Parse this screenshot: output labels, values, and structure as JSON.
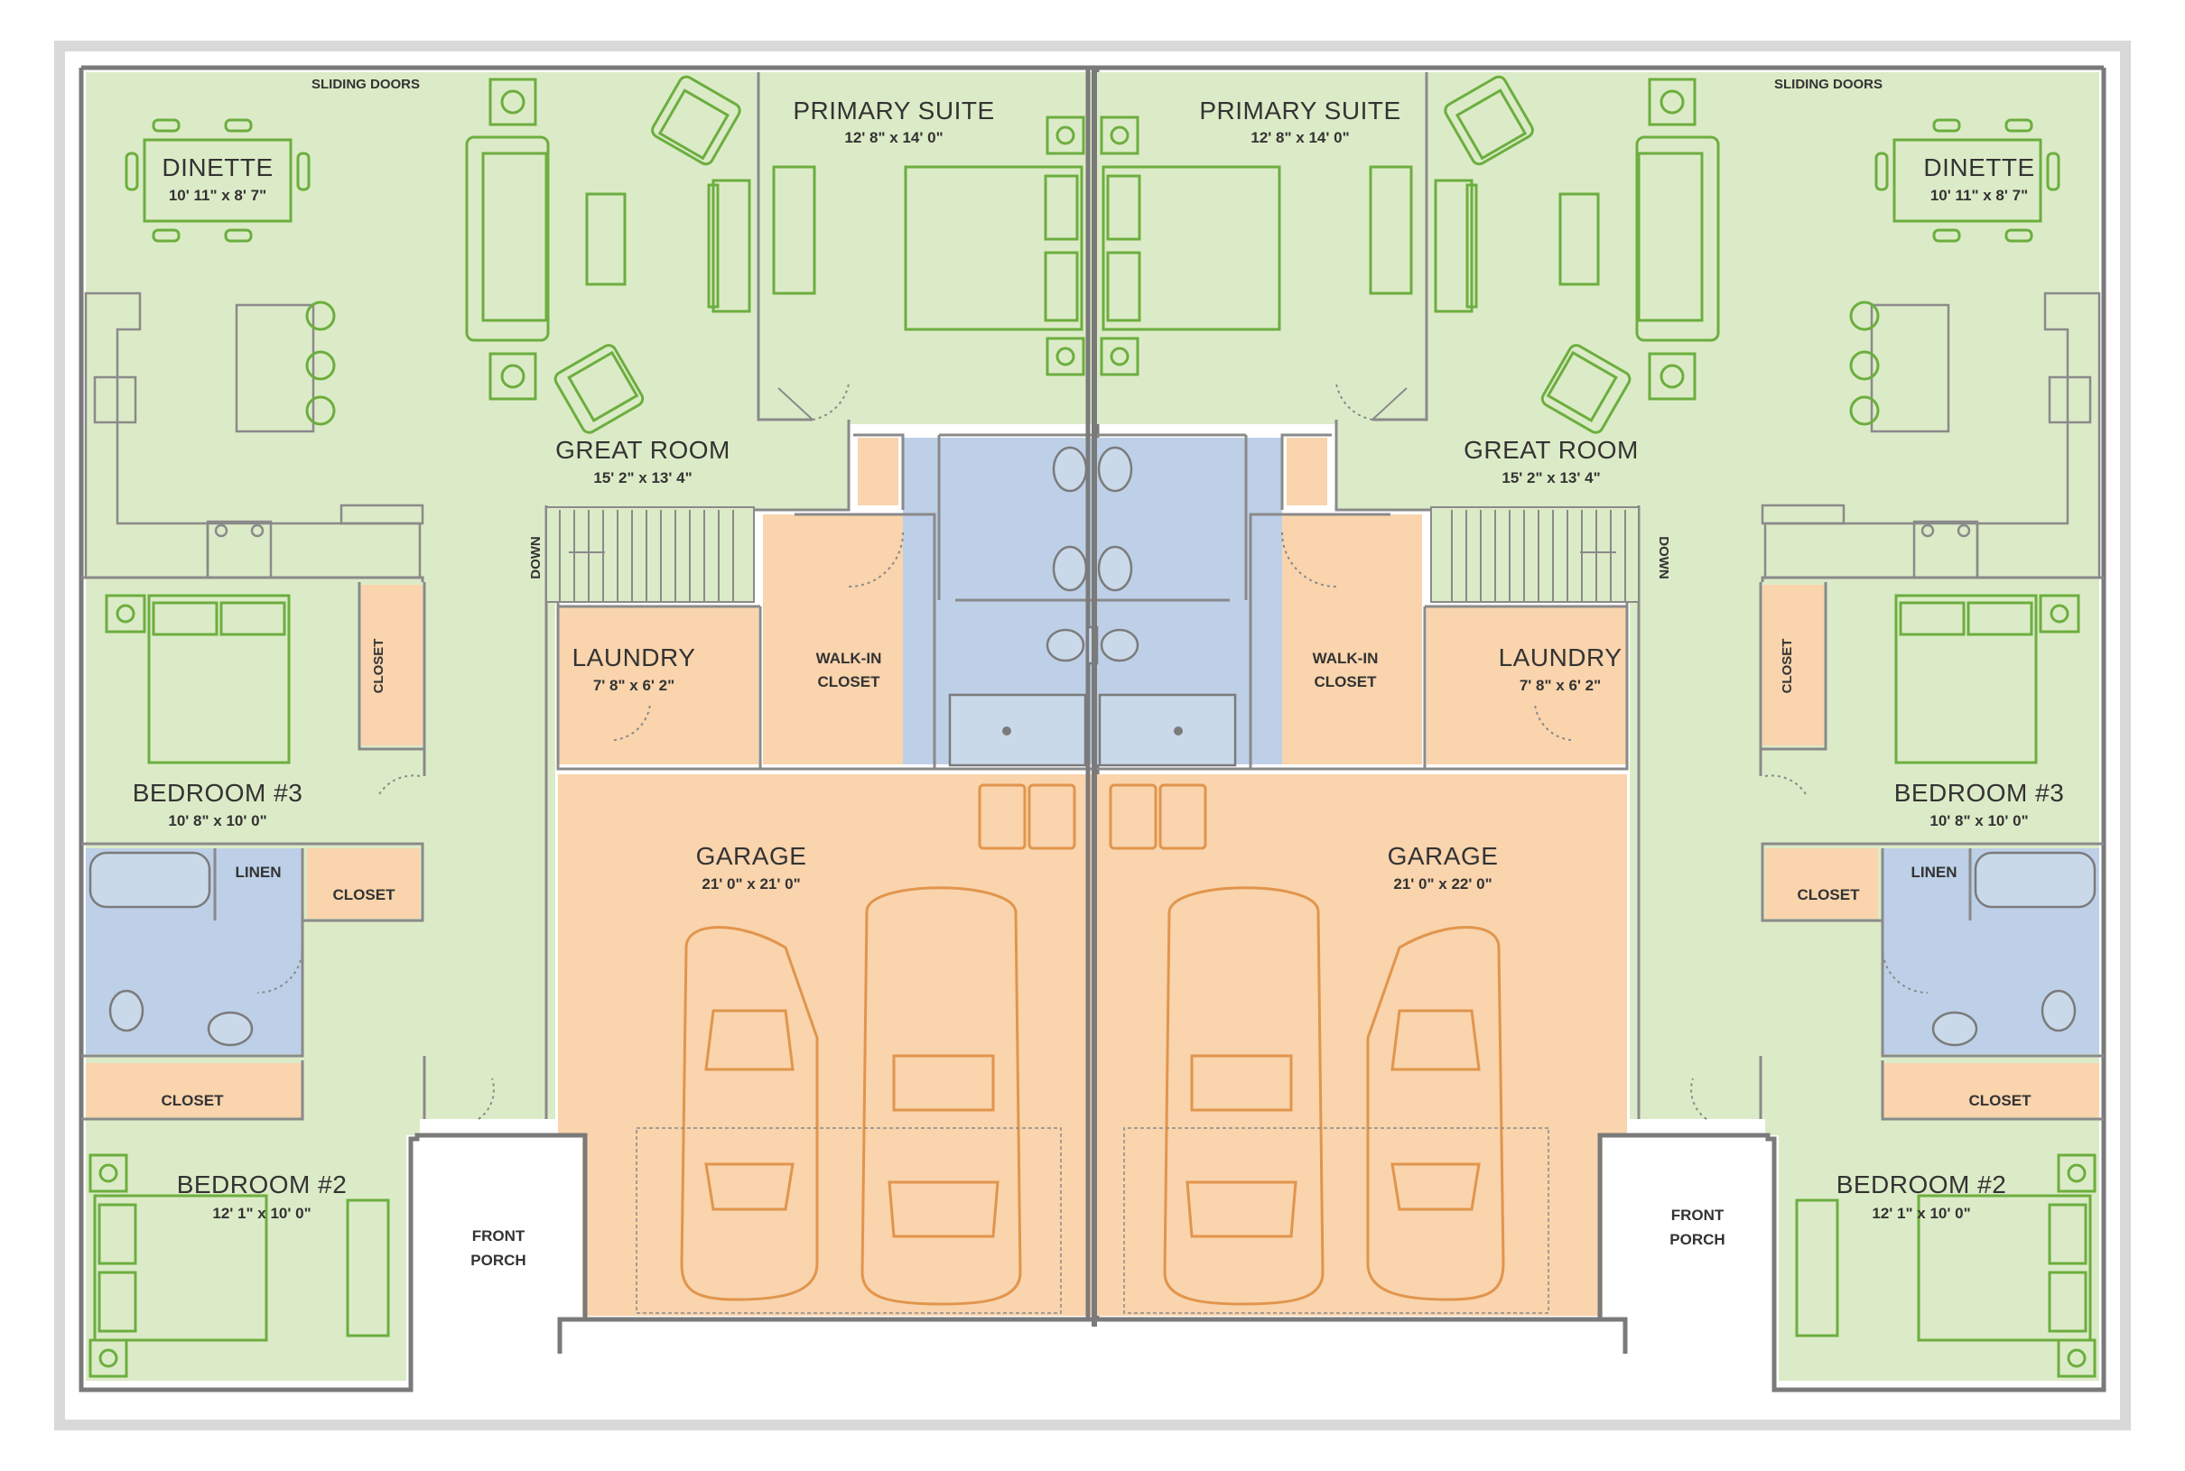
{
  "colors": {
    "living": "#dcebc7",
    "service": "#f9d4ad",
    "bath": "#bdd0e8",
    "porch": "#ffffff",
    "outline": "#d9d9d9",
    "furniture_green": "#6cae3f",
    "car_orange": "#e1954c"
  },
  "left_unit": {
    "sliding_doors": "SLIDING DOORS",
    "dinette": {
      "name": "DINETTE",
      "dim": "10' 11\" x 8' 7\""
    },
    "primary_suite": {
      "name": "PRIMARY SUITE",
      "dim": "12' 8\" x 14' 0\""
    },
    "great_room": {
      "name": "GREAT ROOM",
      "dim": "15' 2\" x 13' 4\""
    },
    "down": "DOWN",
    "laundry": {
      "name": "LAUNDRY",
      "dim": "7' 8\" x 6' 2\""
    },
    "walk_in": {
      "line1": "WALK-IN",
      "line2": "CLOSET"
    },
    "closet_vertical": "CLOSET",
    "bedroom3": {
      "name": "BEDROOM #3",
      "dim": "10' 8\" x 10' 0\""
    },
    "linen": "LINEN",
    "closet_hall": "CLOSET",
    "closet_bed2": "CLOSET",
    "garage": {
      "name": "GARAGE",
      "dim": "21' 0\" x 21' 0\""
    },
    "bedroom2": {
      "name": "BEDROOM #2",
      "dim": "12' 1\" x 10' 0\""
    },
    "porch": {
      "line1": "FRONT",
      "line2": "PORCH"
    }
  },
  "right_unit": {
    "sliding_doors": "SLIDING DOORS",
    "dinette": {
      "name": "DINETTE",
      "dim": "10' 11\" x 8' 7\""
    },
    "primary_suite": {
      "name": "PRIMARY SUITE",
      "dim": "12' 8\" x 14' 0\""
    },
    "great_room": {
      "name": "GREAT ROOM",
      "dim": "15' 2\" x 13' 4\""
    },
    "down": "DOWN",
    "laundry": {
      "name": "LAUNDRY",
      "dim": "7' 8\" x 6' 2\""
    },
    "walk_in": {
      "line1": "WALK-IN",
      "line2": "CLOSET"
    },
    "closet_vertical": "CLOSET",
    "bedroom3": {
      "name": "BEDROOM #3",
      "dim": "10' 8\" x 10' 0\""
    },
    "linen": "LINEN",
    "closet_hall": "CLOSET",
    "closet_bed2": "CLOSET",
    "garage": {
      "name": "GARAGE",
      "dim": "21' 0\" x 22' 0\""
    },
    "bedroom2": {
      "name": "BEDROOM #2",
      "dim": "12' 1\" x 10' 0\""
    },
    "porch": {
      "line1": "FRONT",
      "line2": "PORCH"
    }
  }
}
